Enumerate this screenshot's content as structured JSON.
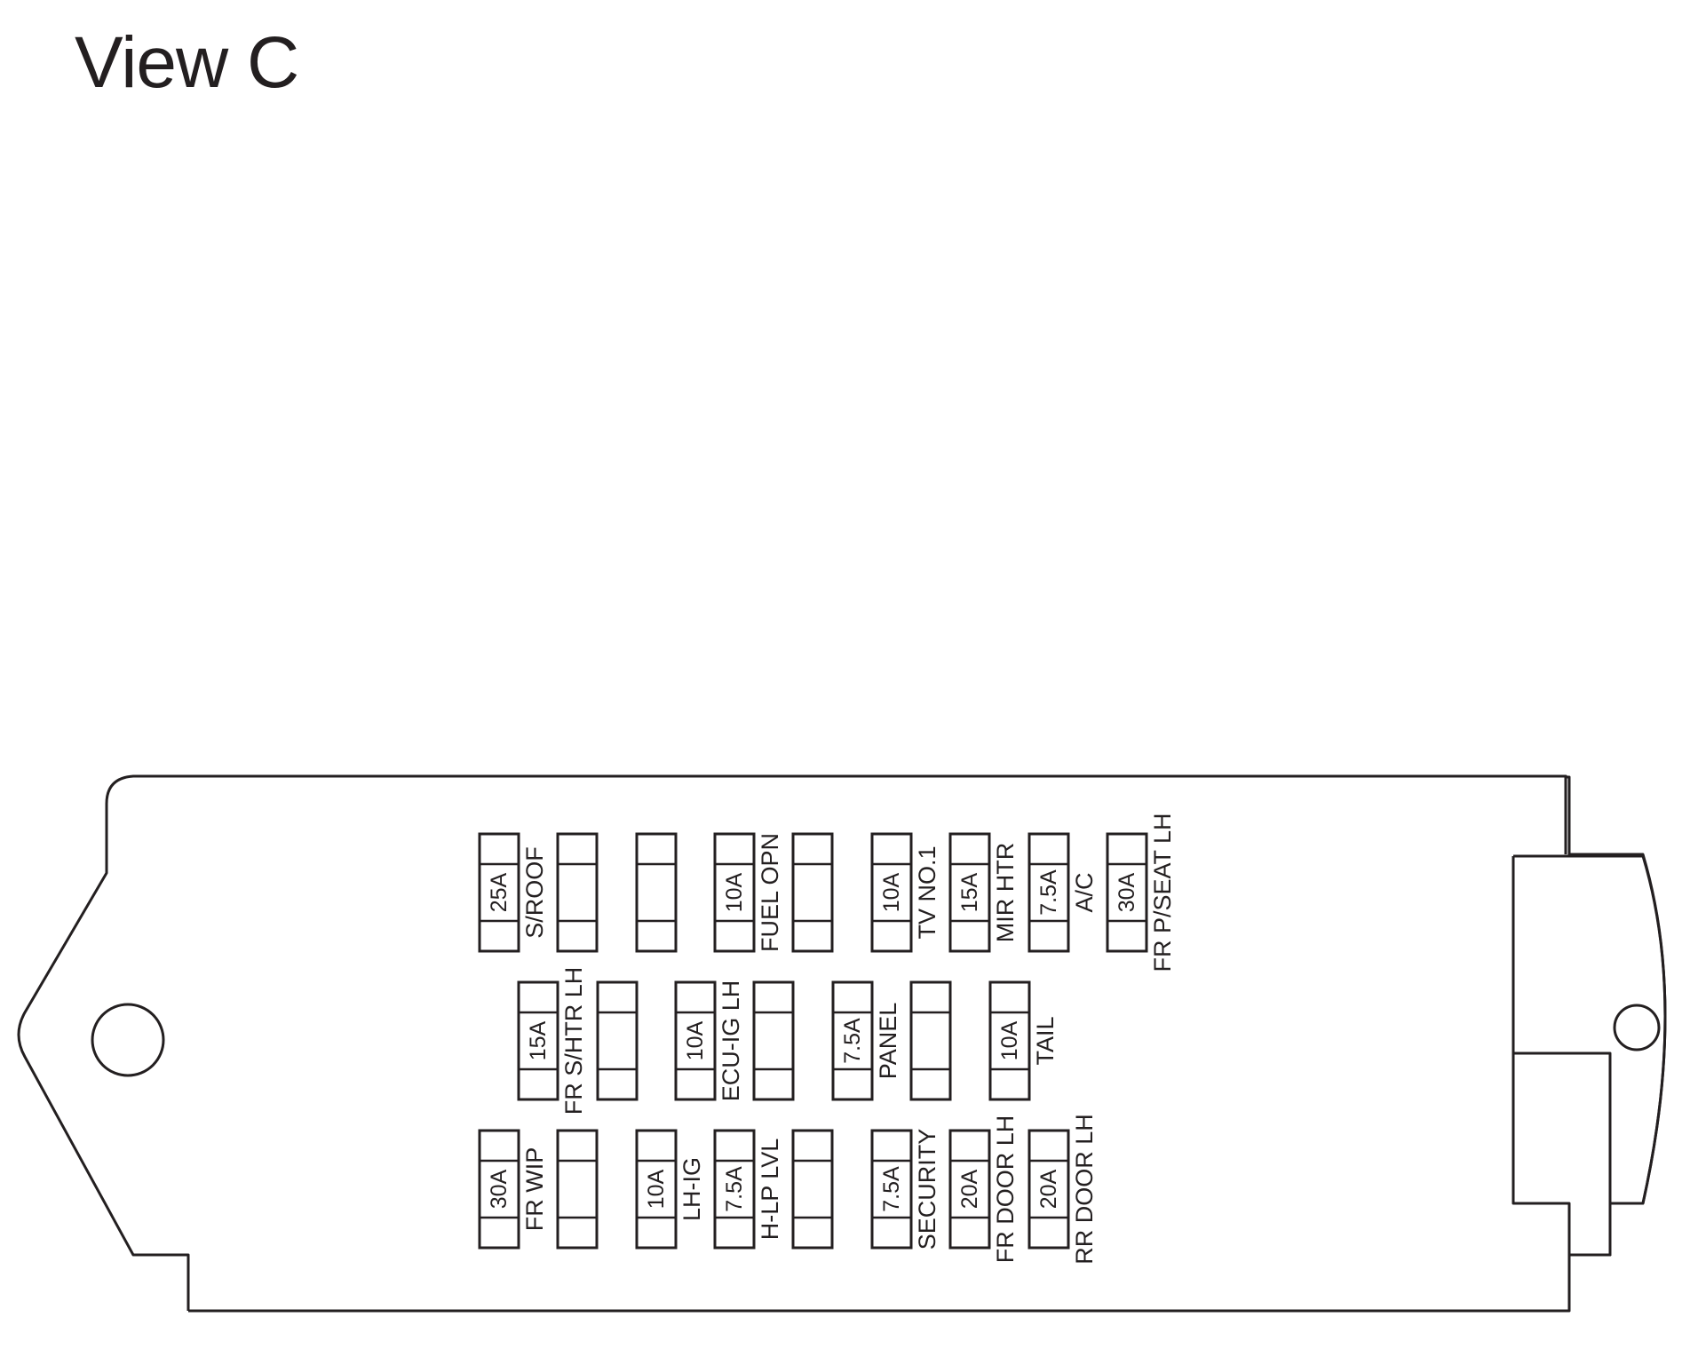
{
  "title": "View C",
  "colors": {
    "stroke": "#231f20",
    "background": "#ffffff"
  },
  "rows": [
    {
      "name": "top",
      "fuses": [
        {
          "rating": "25A",
          "label": "S/ROOF"
        },
        {
          "rating": "",
          "label": ""
        },
        {
          "rating": "",
          "label": ""
        },
        {
          "rating": "10A",
          "label": "FUEL OPN"
        },
        {
          "rating": "",
          "label": ""
        },
        {
          "rating": "10A",
          "label": "TV NO.1"
        },
        {
          "rating": "15A",
          "label": "MIR HTR"
        },
        {
          "rating": "7.5A",
          "label": "A/C"
        },
        {
          "rating": "30A",
          "label": "FR P/SEAT LH"
        }
      ]
    },
    {
      "name": "middle",
      "fuses": [
        {
          "rating": "15A",
          "label": "FR S/HTR LH"
        },
        {
          "rating": "",
          "label": ""
        },
        {
          "rating": "10A",
          "label": "ECU-IG LH"
        },
        {
          "rating": "",
          "label": ""
        },
        {
          "rating": "7.5A",
          "label": "PANEL"
        },
        {
          "rating": "",
          "label": ""
        },
        {
          "rating": "10A",
          "label": "TAIL"
        }
      ]
    },
    {
      "name": "bottom",
      "fuses": [
        {
          "rating": "30A",
          "label": "FR WIP"
        },
        {
          "rating": "",
          "label": ""
        },
        {
          "rating": "10A",
          "label": "LH-IG"
        },
        {
          "rating": "7.5A",
          "label": "H-LP LVL"
        },
        {
          "rating": "",
          "label": ""
        },
        {
          "rating": "7.5A",
          "label": "SECURITY"
        },
        {
          "rating": "20A",
          "label": "FR DOOR LH"
        },
        {
          "rating": "20A",
          "label": "RR DOOR LH"
        }
      ]
    }
  ]
}
